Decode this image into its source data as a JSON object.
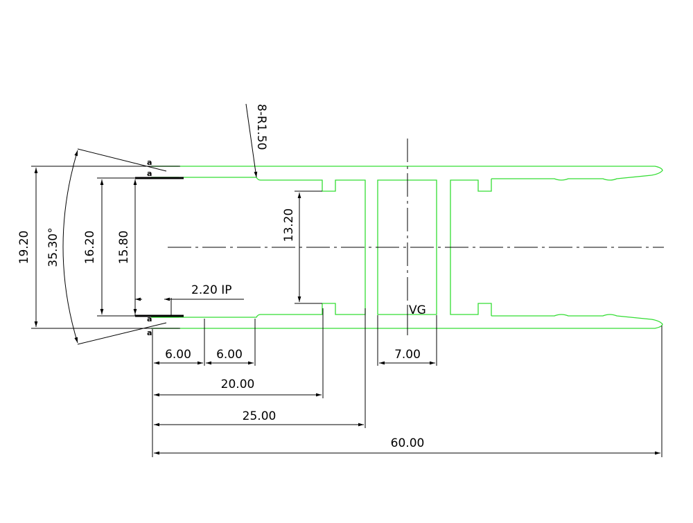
{
  "colors": {
    "profile": "#33dd33",
    "dimension": "#000000",
    "background": "#ffffff"
  },
  "labels": {
    "radius": "8-R1.50",
    "overall_height": "19.20",
    "angle": "35.30°",
    "outer_height": "16.20",
    "inner_height": "15.80",
    "channel_height": "13.20",
    "groove": "2.20 IP",
    "seg1": "6.00",
    "seg2": "6.00",
    "len20": "20.00",
    "len25": "25.00",
    "len60": "60.00",
    "slot": "7.00",
    "vg": "VG",
    "weld_mark": "a"
  }
}
